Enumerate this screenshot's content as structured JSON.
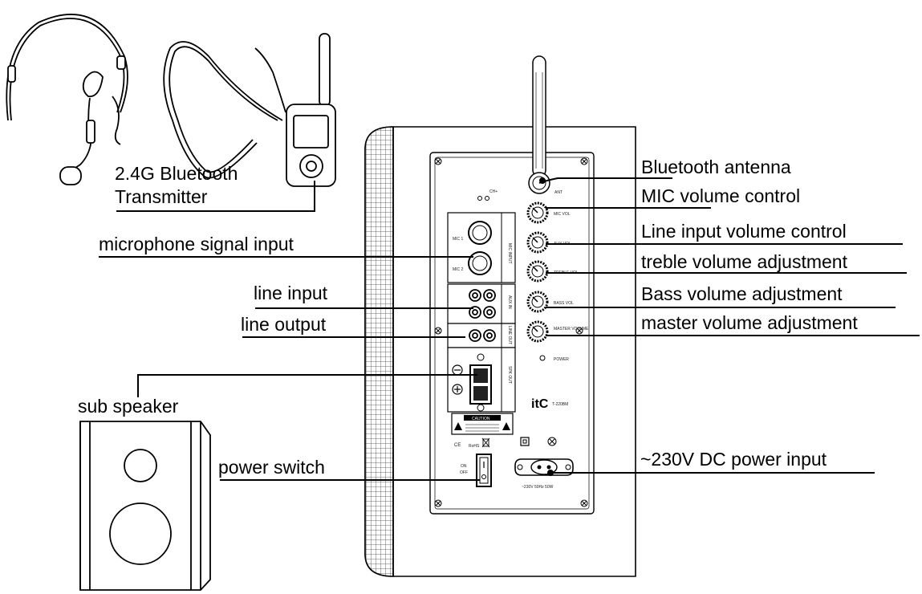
{
  "callouts": {
    "transmitter_line1": "2.4G Bluetooth",
    "transmitter_line2": "Transmitter",
    "bluetooth_antenna": "Bluetooth antenna",
    "mic_volume": "MIC volume control",
    "line_input_volume": "Line input volume control",
    "treble": "treble volume adjustment",
    "bass": "Bass volume adjustment",
    "master": "master volume adjustment",
    "mic_signal_input": "microphone signal input",
    "line_input": "line input",
    "line_output": "line output",
    "sub_speaker": "sub speaker",
    "power_switch": "power switch",
    "power_input": "~230V DC power input"
  },
  "panel_labels": {
    "ant": "ANT",
    "ch": "CH+",
    "mic_vol": "MIC VOL",
    "aux_vol": "AUX VOL",
    "treble_vol": "TREBLE VOL",
    "bass_vol": "BASS VOL",
    "master_volume": "MASTER VOLUME",
    "power": "POWER",
    "mic1": "MIC 1",
    "mic2": "MIC 2",
    "mic_input": "MIC INPUT",
    "aux_in": "AUX IN",
    "line_out": "LINE OUT",
    "spk_out": "SPK OUT",
    "brand": "itC",
    "model": "T-220BM",
    "caution": "CAUTION",
    "on": "ON",
    "off": "OFF",
    "ce": "CE",
    "rohs": "RoHS",
    "rating": "~230V  50Hz  50W"
  }
}
